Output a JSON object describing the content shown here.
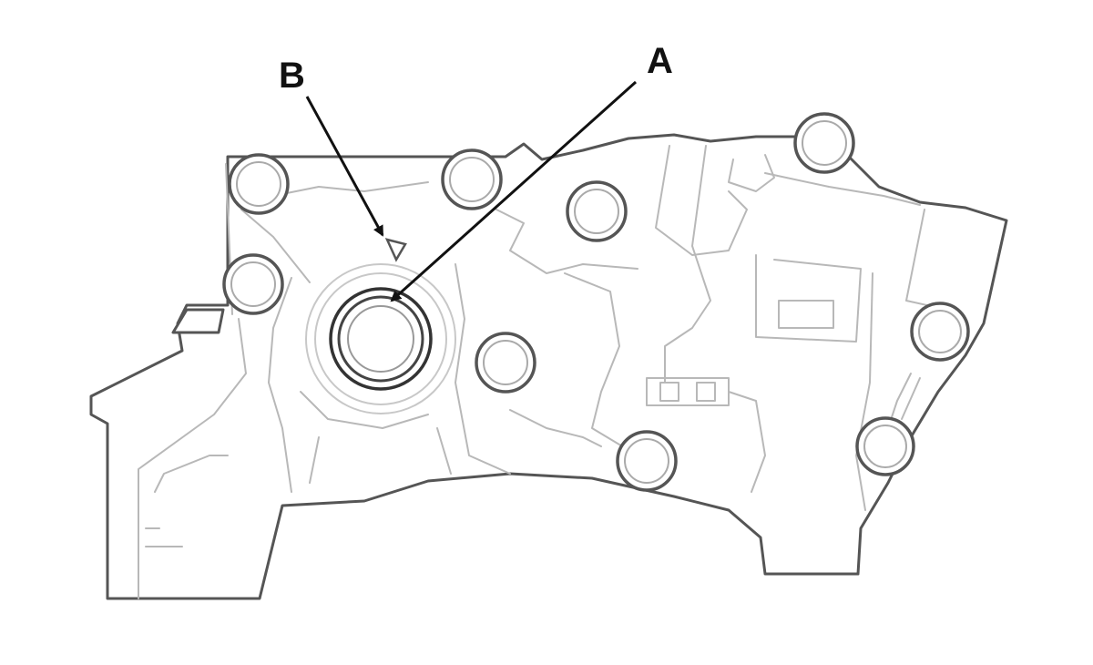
{
  "callouts": {
    "a": {
      "letter": "A",
      "target": "bore-seal"
    },
    "b": {
      "letter": "B",
      "target": "alignment-mark"
    }
  },
  "colors": {
    "outline": "#555555",
    "detail": "#b8b8b8",
    "callout": "#111111",
    "background": "#ffffff"
  }
}
